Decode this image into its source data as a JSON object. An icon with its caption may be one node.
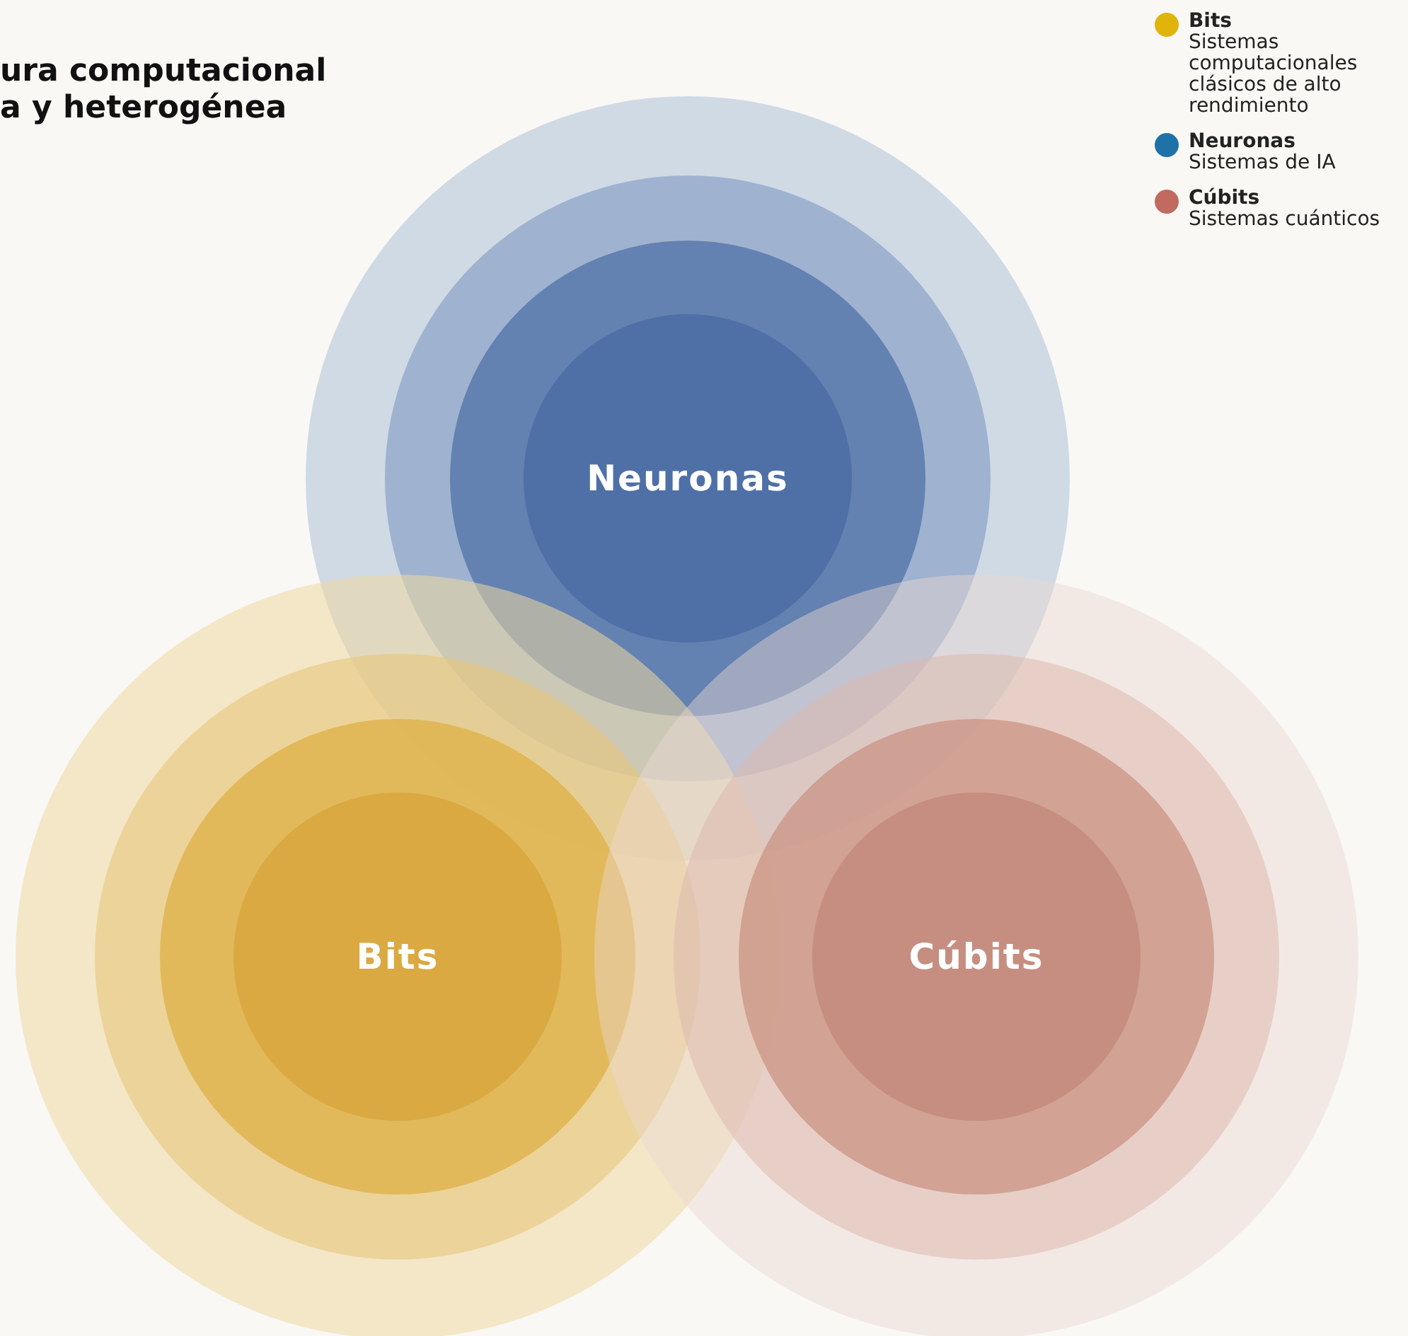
{
  "diagram": {
    "title": "ura computacional a y heterogénea",
    "nodes": [
      {
        "text": [
          "Neuronas"
        ]
      },
      {
        "text": [
          "Bits"
        ]
      },
      {
        "text": [
          "Cúbits"
        ]
      }
    ],
    "legend": [
      {
        "text": "**Bits** Sistemas computacionales clásicos de alto rendimiento",
        "color": "#e0b40c"
      },
      {
        "text": "**Neuronas** Sistemas de IA",
        "color": "#1f72a8"
      },
      {
        "text": "**Cúbits** Sistemas cuánticos",
        "color": "#c06a60"
      }
    ]
  }
}
